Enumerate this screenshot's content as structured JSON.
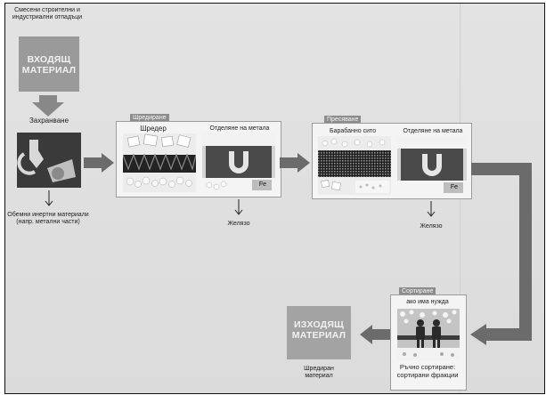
{
  "input": {
    "caption": "Смесени строителни и индустриални отпадъци",
    "box_line1": "ВХОДЯЩ",
    "box_line2": "МАТЕРИАЛ",
    "feeding_label": "Захранване",
    "bulky_note": "Обемни инертни материали (напр. метални части)"
  },
  "stage_shredding": {
    "tab": "Шредиране",
    "shredder_label": "Шредер",
    "separation_label": "Отделяне на метала",
    "fe_label": "Fe",
    "output_label": "Желязо"
  },
  "stage_screening": {
    "tab": "Пресяване",
    "drum_label": "Барабанно сито",
    "separation_label": "Отделяне на метала",
    "fe_label": "Fe",
    "output_label": "Желязо"
  },
  "stage_sorting": {
    "tab": "Сортиране",
    "condition_label": "ако има нужда",
    "manual_label": "Ръчно сортиране: сортирани фракции"
  },
  "output": {
    "box_line1": "ИЗХОДЯЩ",
    "box_line2": "МАТЕРИАЛ",
    "caption": "Шредиран материал"
  },
  "colors": {
    "background": "#dedede",
    "box_grey": "#9a9a9a",
    "flow_arrow": "#6b6b6b",
    "dark_image": "#2e2e2e"
  }
}
